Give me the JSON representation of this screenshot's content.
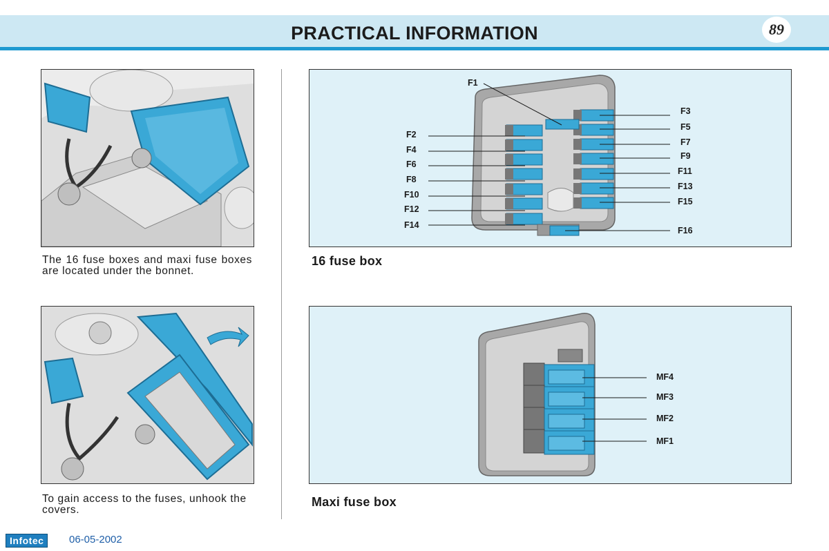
{
  "header": {
    "title": "PRACTICAL INFORMATION",
    "page_number": "89"
  },
  "left_column": {
    "caption_1": "The 16 fuse boxes and maxi fuse boxes are located under the bonnet.",
    "caption_2": "To gain access to the fuses, unhook the covers."
  },
  "fuse_box_16": {
    "caption": "16 fuse box",
    "labels_left": [
      "F2",
      "F4",
      "F6",
      "F8",
      "F10",
      "F12",
      "F14"
    ],
    "labels_right": [
      "F3",
      "F5",
      "F7",
      "F9",
      "F11",
      "F13",
      "F15"
    ],
    "label_top": "F1",
    "label_bottom": "F16"
  },
  "maxi_fuse_box": {
    "caption": "Maxi fuse box",
    "labels": [
      "MF4",
      "MF3",
      "MF2",
      "MF1"
    ]
  },
  "footer": {
    "logo": "Infotec",
    "date": "06-05-2002"
  },
  "colors": {
    "accent": "#1f9ad0",
    "header_band": "#cde8f3",
    "diagram_bg": "#dff1f8",
    "fuse_blue": "#3aa8d6"
  }
}
